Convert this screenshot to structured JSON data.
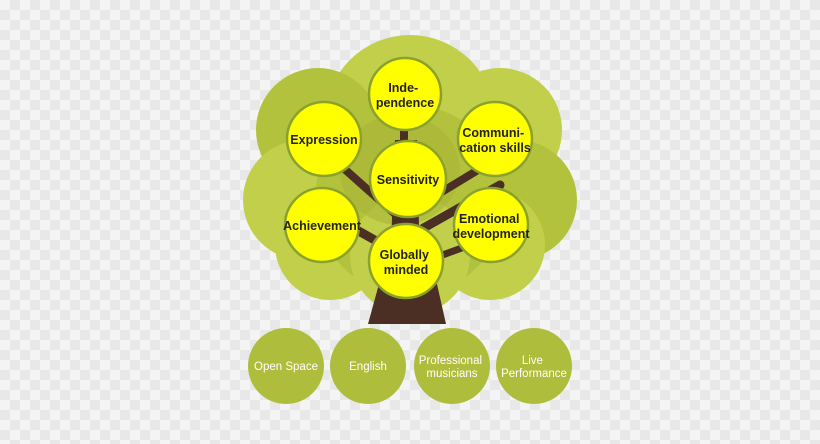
{
  "colors": {
    "canopy_light": "#c2cf4a",
    "canopy_mid": "#b3c23c",
    "canopy_shadow": "#a7b536",
    "trunk": "#4b2e24",
    "node_fill": "#ffff00",
    "node_stroke": "#8aa22c",
    "base_fill": "#aebd3b",
    "base_text": "#ffffff"
  },
  "tree": {
    "nodes": [
      {
        "id": "independence",
        "lines": [
          "Inde-",
          "pendence"
        ]
      },
      {
        "id": "expression",
        "lines": [
          "Expression"
        ]
      },
      {
        "id": "communication",
        "lines": [
          "Communi-",
          "cation skills"
        ]
      },
      {
        "id": "sensitivity",
        "lines": [
          "Sensitivity"
        ]
      },
      {
        "id": "achievement",
        "lines": [
          "Achievement"
        ]
      },
      {
        "id": "emotional",
        "lines": [
          "Emotional",
          "development"
        ]
      },
      {
        "id": "globally",
        "lines": [
          "Globally",
          "minded"
        ]
      }
    ]
  },
  "foundation": [
    {
      "id": "open-space",
      "lines": [
        "Open Space"
      ]
    },
    {
      "id": "english",
      "lines": [
        "English"
      ]
    },
    {
      "id": "professional-musicians",
      "lines": [
        "Professional",
        "musicians"
      ]
    },
    {
      "id": "live-performance",
      "lines": [
        "Live",
        "Performance"
      ]
    }
  ]
}
